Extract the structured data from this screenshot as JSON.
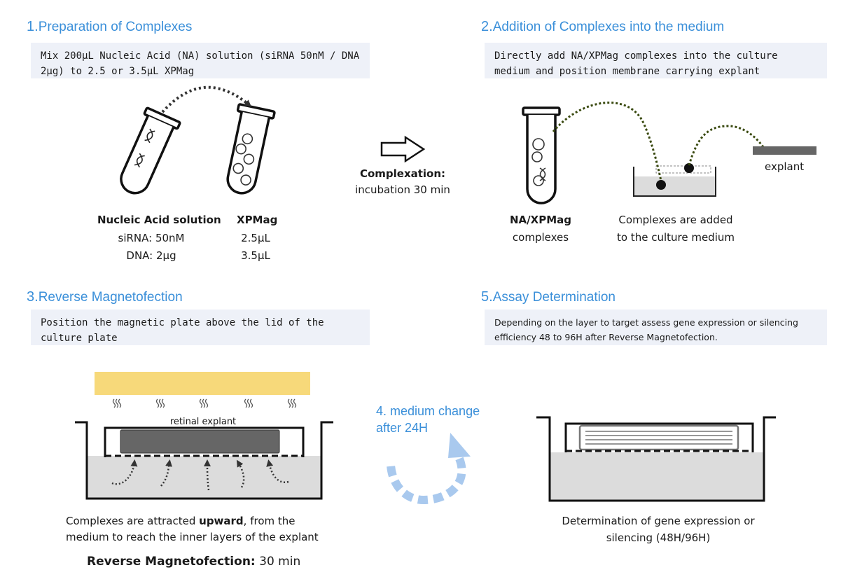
{
  "step1": {
    "num": "1.",
    "title": "Preparation of Complexes",
    "instruction": "Mix 200µL Nucleic Acid (NA) solution (siRNA 50nM / DNA 2µg) to 2.5 or 3.5µL XPMag",
    "table": {
      "col1_header": "Nucleic Acid solution",
      "col2_header": "XPMag",
      "rows": [
        {
          "na": "siRNA: 50nM",
          "xp": "2.5µL"
        },
        {
          "na": "DNA: 2µg",
          "xp": "3.5µL"
        }
      ]
    }
  },
  "complexation": {
    "label": "Complexation:",
    "time": "incubation 30 min"
  },
  "step2": {
    "num": "2.",
    "title": "Addition of Complexes into the medium",
    "instruction": "Directly add NA/XPMag complexes into the culture medium and position membrane carrying explant",
    "tube_label_bold": "NA/XPMag",
    "tube_label": "complexes",
    "well_caption_1": "Complexes are added",
    "well_caption_2": "to the culture medium",
    "explant_label": "explant"
  },
  "step3": {
    "num": "3.",
    "title": "Reverse Magnetofection",
    "instruction": "Position the magnetic plate above the lid of the culture plate",
    "explant_label": "retinal explant",
    "caption_pre": "Complexes are attracted ",
    "caption_bold": "upward",
    "caption_post": ", from the",
    "caption_line2": "medium to reach the inner layers of the explant",
    "footer_bold": "Reverse Magnetofection:",
    "footer_time": " 30 min"
  },
  "step4": {
    "num": "4.",
    "line1": " medium change",
    "line2": "after 24H"
  },
  "step5": {
    "num": "5.",
    "title": "Assay Determination",
    "instruction": "Depending on the layer to target assess gene expression or silencing efficiency 48 to 96H after Reverse Magnetofection.",
    "caption_1": "Determination of gene expression or",
    "caption_2": "silencing (48H/96H)"
  },
  "colors": {
    "heading": "#3a8fd9",
    "box": "#eef1f8",
    "plate": "#f7d97a",
    "medium": "#dcdcdc",
    "cycle_arrow": "#a9c9ee"
  }
}
